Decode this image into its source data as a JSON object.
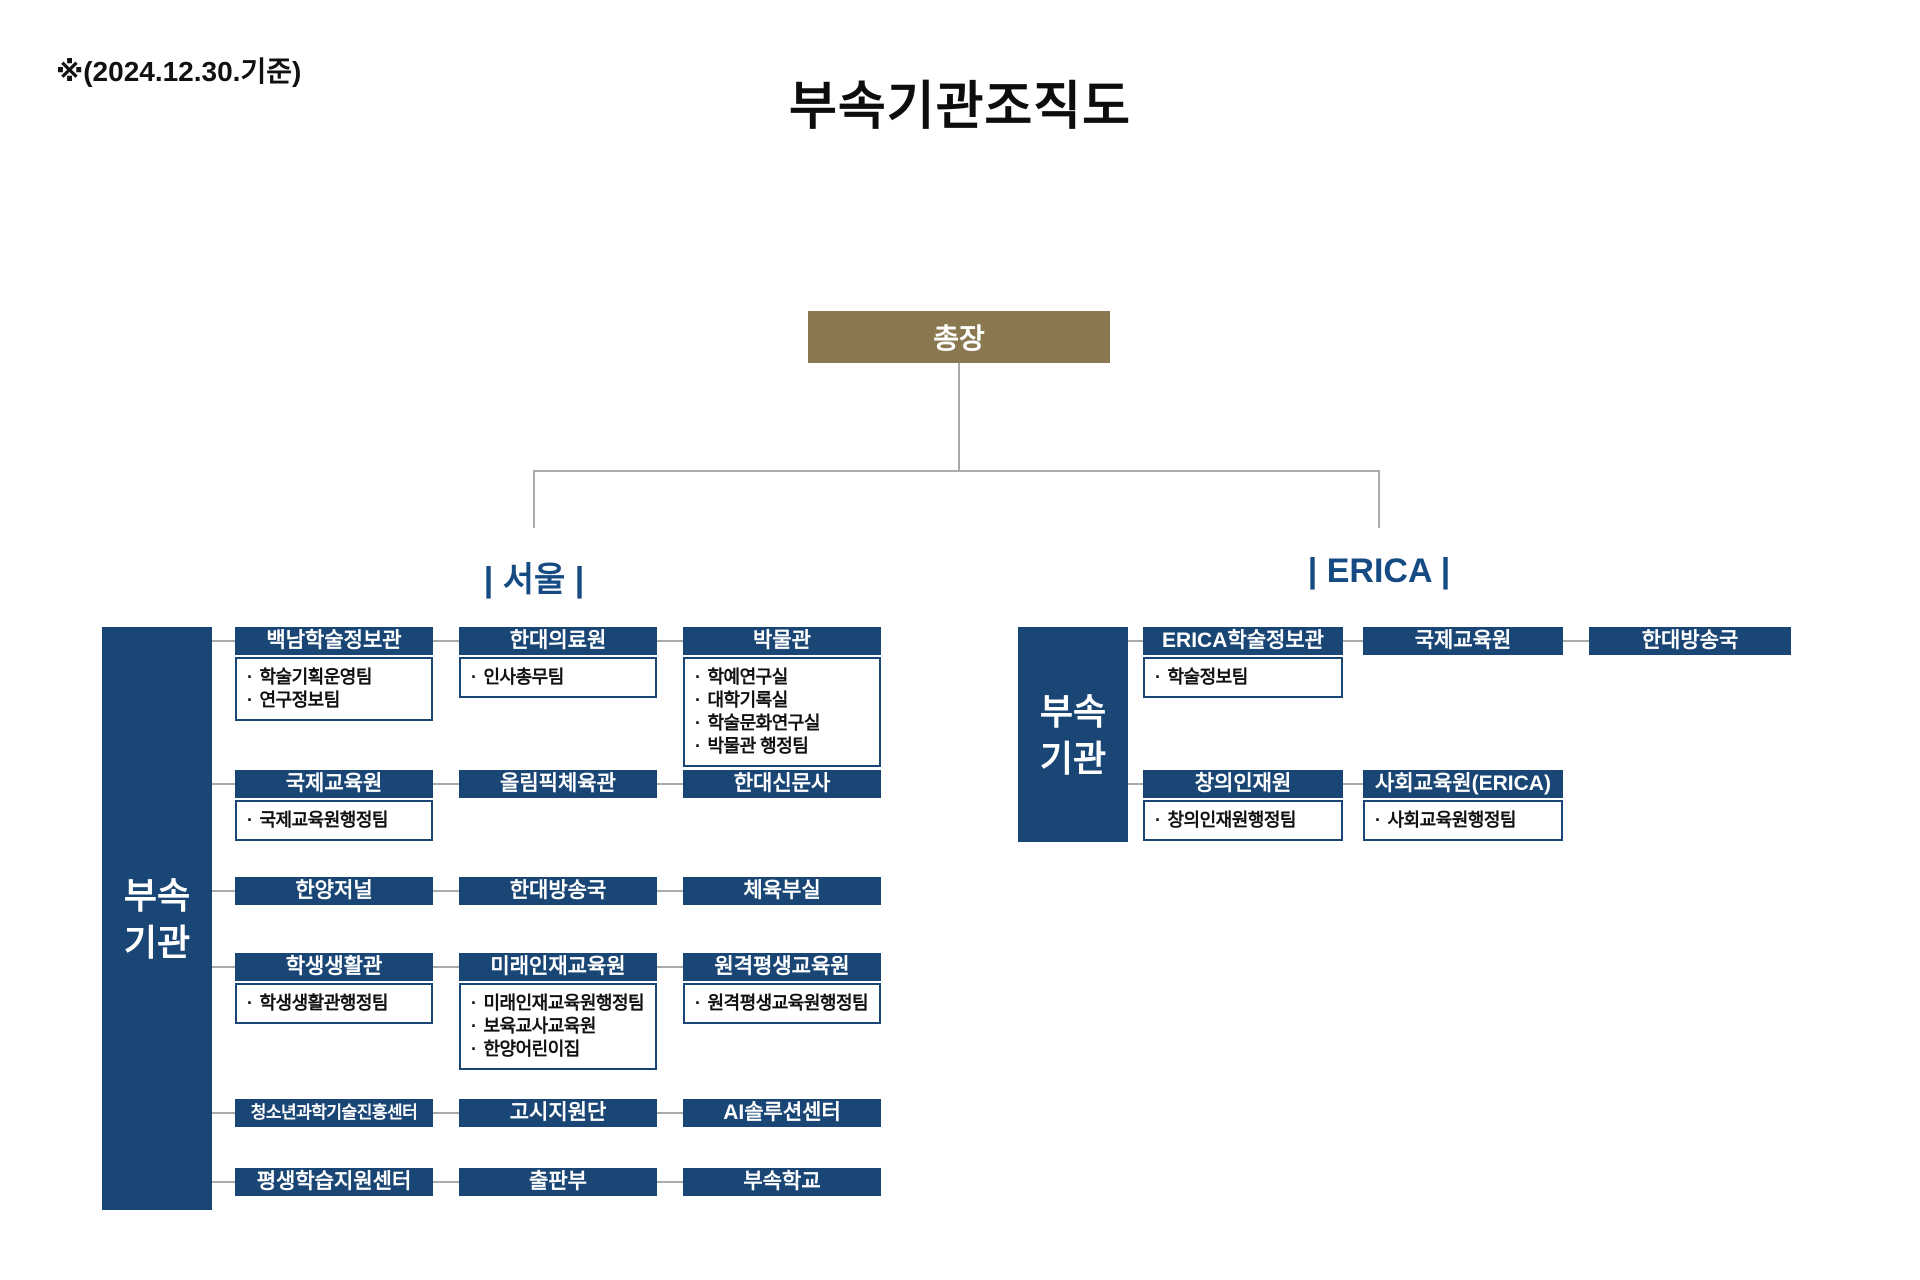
{
  "meta": {
    "note": "※(2024.12.30.기준)",
    "title": "부속기관조직도"
  },
  "colors": {
    "navy": "#1a4675",
    "brown": "#8a7950",
    "label_blue": "#164a82",
    "line_gray": "#ababab"
  },
  "root": {
    "label": "총장"
  },
  "seoul": {
    "label": "| 서울 |",
    "sidebar": "부속\n기관",
    "rows": [
      {
        "boxes": [
          {
            "title": "백남학술정보관",
            "items": [
              "학술기획운영팀",
              "연구정보팀"
            ]
          },
          {
            "title": "한대의료원",
            "items": [
              "인사총무팀"
            ]
          },
          {
            "title": "박물관",
            "items": [
              "학예연구실",
              "대학기록실",
              "학술문화연구실",
              "박물관 행정팀"
            ]
          }
        ]
      },
      {
        "boxes": [
          {
            "title": "국제교육원",
            "items": [
              "국제교육원행정팀"
            ]
          },
          {
            "title": "올림픽체육관",
            "items": []
          },
          {
            "title": "한대신문사",
            "items": []
          }
        ]
      },
      {
        "boxes": [
          {
            "title": "한양저널",
            "items": []
          },
          {
            "title": "한대방송국",
            "items": []
          },
          {
            "title": "체육부실",
            "items": []
          }
        ]
      },
      {
        "boxes": [
          {
            "title": "학생생활관",
            "items": [
              "학생생활관행정팀"
            ]
          },
          {
            "title": "미래인재교육원",
            "items": [
              "미래인재교육원행정팀",
              "보육교사교육원",
              "한양어린이집"
            ]
          },
          {
            "title": "원격평생교육원",
            "items": [
              "원격평생교육원행정팀"
            ]
          }
        ]
      },
      {
        "boxes": [
          {
            "title": "청소년과학기술진흥센터",
            "items": []
          },
          {
            "title": "고시지원단",
            "items": []
          },
          {
            "title": "AI솔루션센터",
            "items": []
          }
        ]
      },
      {
        "boxes": [
          {
            "title": "평생학습지원센터",
            "items": []
          },
          {
            "title": "출판부",
            "items": []
          },
          {
            "title": "부속학교",
            "items": []
          }
        ]
      }
    ]
  },
  "erica": {
    "label": "| ERICA |",
    "sidebar": "부속\n기관",
    "rows": [
      {
        "boxes": [
          {
            "title": "ERICA학술정보관",
            "items": [
              "학술정보팀"
            ]
          },
          {
            "title": "국제교육원",
            "items": []
          },
          {
            "title": "한대방송국",
            "items": []
          }
        ]
      },
      {
        "boxes": [
          {
            "title": "창의인재원",
            "items": [
              "창의인재원행정팀"
            ]
          },
          {
            "title": "사회교육원(ERICA)",
            "items": [
              "사회교육원행정팀"
            ]
          }
        ]
      }
    ]
  }
}
